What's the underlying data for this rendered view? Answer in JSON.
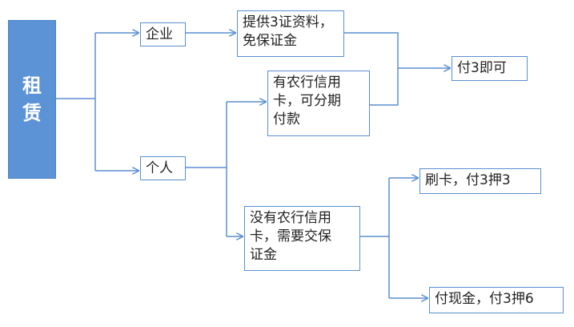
{
  "root": {
    "line1": "租",
    "line2": "赁"
  },
  "nodes": {
    "company": "企业",
    "company_docs": {
      "line1": "提供3证资料，",
      "line2": "免保证金"
    },
    "pay3": "付3即可",
    "personal": "个人",
    "abc_card": {
      "line1": "有农行信用",
      "line2": "卡，可分期",
      "line3": "付款"
    },
    "no_abc_card": {
      "line1": "没有农行信用",
      "line2": "卡，需要交保",
      "line3": "证金"
    },
    "card_pay": "刷卡，付3押3",
    "cash_pay": "付现金，付3押6"
  },
  "colors": {
    "root_fill": "#5b93d6",
    "border": "#5b8fd0",
    "line": "#5b8fd0"
  }
}
